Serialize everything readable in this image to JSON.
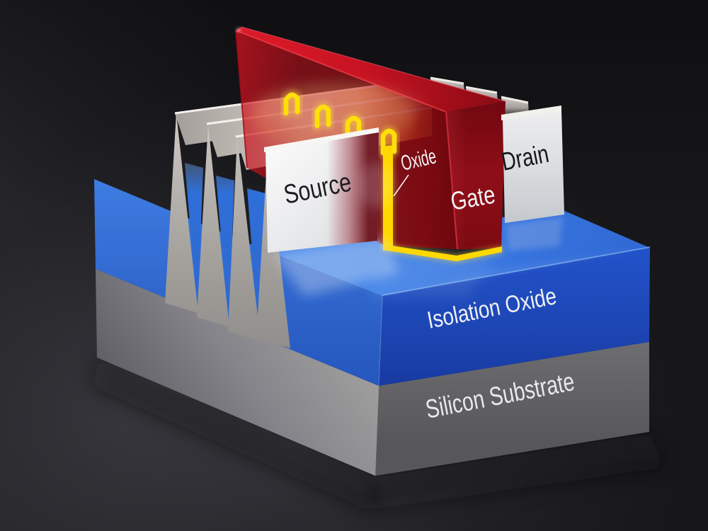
{
  "diagram": {
    "type": "3d-render",
    "subject": "FinFET transistor structure cross-section",
    "labels": {
      "source": "Source",
      "oxide": "Oxide",
      "gate": "Gate",
      "drain": "Drain",
      "isolation_oxide": "Isolation Oxide",
      "silicon_substrate": "Silicon Substrate"
    },
    "colors": {
      "background": "#161619",
      "gate_red": "#c01220",
      "gate_end_dark_red": "#7b0a11",
      "oxide_yellow": "#ffd800",
      "isolation_oxide_blue": "#1d46b4",
      "isolation_oxide_top_blue": "#3a77e0",
      "substrate_gray": "#626265",
      "fin_silver": "#c6bfb8",
      "source_drain_white": "#ececee",
      "label_dark": "#1b1b1d",
      "label_light": "#eef0f3"
    },
    "structure": {
      "fin_count": 4,
      "layers_bottom_to_top": [
        "Silicon Substrate",
        "Isolation Oxide",
        "Silicon Fins",
        "Gate Oxide",
        "Gate"
      ],
      "regions": [
        "Source",
        "Gate",
        "Drain"
      ]
    }
  }
}
